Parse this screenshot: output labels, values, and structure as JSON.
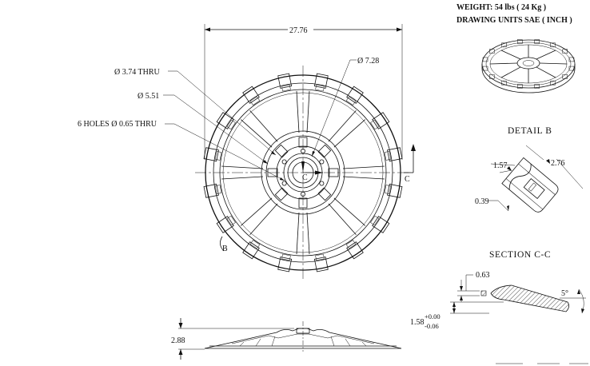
{
  "notes": {
    "weight": "WEIGHT:  54 lbs  ( 24  Kg )",
    "units": "DRAWING UNITS SAE ( INCH )"
  },
  "front_view": {
    "overall_diameter": "27.76",
    "hole_3_74": "Ø 3.74 THRU",
    "dia_5_51": "Ø 5.51",
    "six_holes": "6 HOLES Ø 0.65 THRU",
    "dia_7_28": "Ø 7.28",
    "center_label": "C",
    "section_mark": "C",
    "detail_mark": "B"
  },
  "side_view": {
    "height": "2.88"
  },
  "detail_b": {
    "title": "DETAIL B",
    "dim_1": "1.57",
    "dim_2": "2.76",
    "dim_3": "0.39"
  },
  "section_cc": {
    "title": "SECTION C-C",
    "dim_thickness": "0.63",
    "dim_base": "1.58",
    "tol_plus": "+0.00",
    "tol_minus": "-0.06",
    "angle": "5°"
  }
}
